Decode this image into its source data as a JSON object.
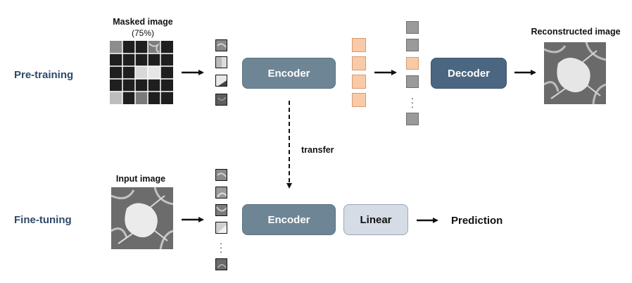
{
  "rows": {
    "pretraining": "Pre-training",
    "finetuning": "Fine-tuning"
  },
  "captions": {
    "masked_image": "Masked image",
    "mask_ratio": "(75%)",
    "reconstructed_image": "Reconstructed image",
    "input_image": "Input image",
    "transfer": "transfer",
    "prediction": "Prediction"
  },
  "blocks": {
    "encoder_top": "Encoder",
    "decoder": "Decoder",
    "encoder_bottom": "Encoder",
    "linear": "Linear"
  },
  "colors": {
    "row_label": "#2f4a6a",
    "encoder": "#6e8596",
    "decoder": "#4b6680",
    "linear": "#d6dce6",
    "encoded_token": "#f8caa8",
    "mask_token": "#9a9a9a"
  },
  "icons": {
    "ct_image": "ct-scan-image",
    "arrow": "right-arrow-icon"
  }
}
